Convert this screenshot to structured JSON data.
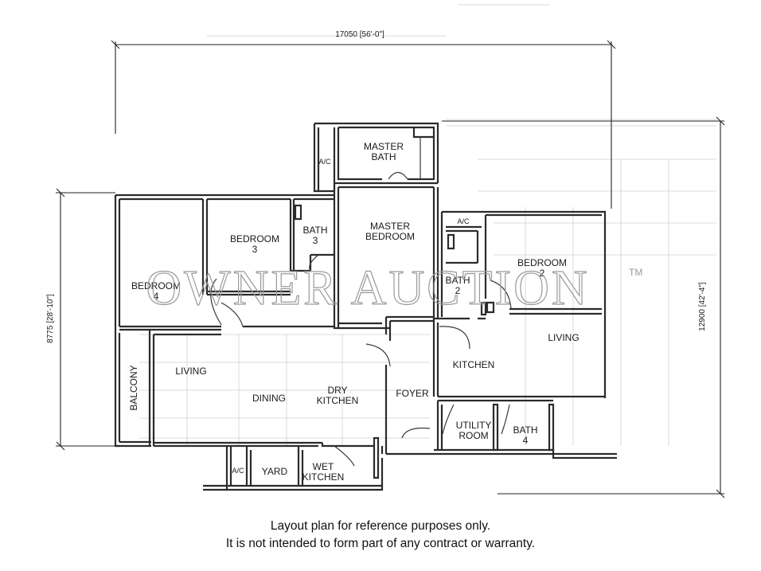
{
  "dimensions": {
    "width": "17050 [56'-0\"]",
    "height_right": "12900 [42'-4\"]",
    "height_left": "8775 [28'-10\"]"
  },
  "rooms": {
    "master_bath": [
      "MASTER",
      "BATH"
    ],
    "ac_top": "A/C",
    "ac_right": "A/C",
    "ac_bottom": "A/C",
    "master_bedroom": [
      "MASTER",
      "BEDROOM"
    ],
    "bedroom3": [
      "BEDROOM",
      "3"
    ],
    "bath3": [
      "BATH",
      "3"
    ],
    "bedroom4": [
      "BEDROOM",
      "4"
    ],
    "bedroom2": [
      "BEDROOM",
      "2"
    ],
    "bath2": [
      "BATH",
      "2"
    ],
    "living_right": "LIVING",
    "kitchen": "KITCHEN",
    "living_left": "LIVING",
    "balcony": "BALCONY",
    "dining": "DINING",
    "dry_kitchen": [
      "DRY",
      "KITCHEN"
    ],
    "foyer": "FOYER",
    "utility_room": [
      "UTILITY",
      "ROOM"
    ],
    "bath4": [
      "BATH",
      "4"
    ],
    "yard": "YARD",
    "wet_kitchen": [
      "WET",
      "KITCHEN"
    ]
  },
  "watermark": {
    "text": "OWNER AUCTION",
    "mark": "TM"
  },
  "disclaimer": {
    "line1": "Layout plan for reference purposes only.",
    "line2": "It is not intended to form part of any contract or warranty."
  }
}
